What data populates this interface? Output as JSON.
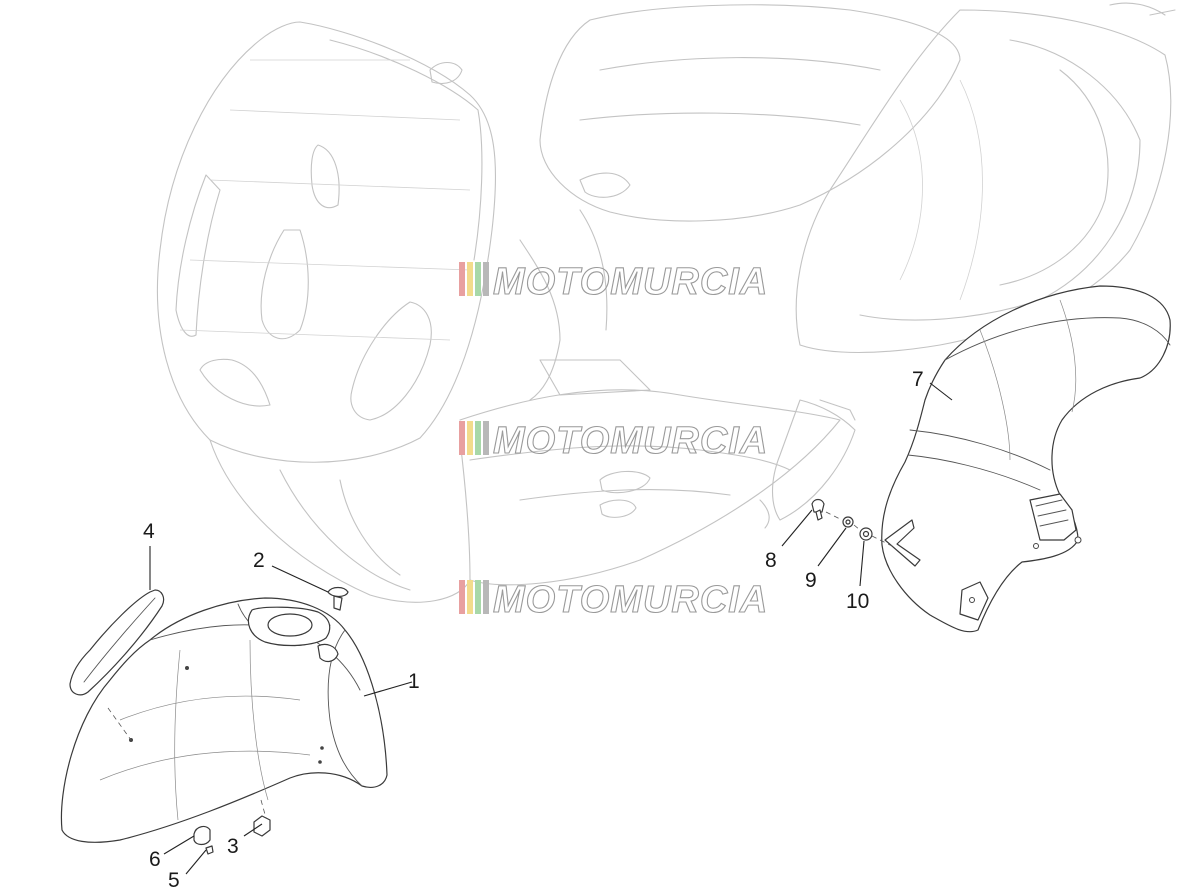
{
  "callouts": [
    {
      "id": "1",
      "label": "1"
    },
    {
      "id": "2",
      "label": "2"
    },
    {
      "id": "3",
      "label": "3"
    },
    {
      "id": "4",
      "label": "4"
    },
    {
      "id": "5",
      "label": "5"
    },
    {
      "id": "6",
      "label": "6"
    },
    {
      "id": "7",
      "label": "7"
    },
    {
      "id": "8",
      "label": "8"
    },
    {
      "id": "9",
      "label": "9"
    },
    {
      "id": "10",
      "label": "10"
    }
  ],
  "watermark": {
    "text": "MOTOMURCIA",
    "stripe_colors": [
      "#e8a0a0",
      "#f2dc8c",
      "#a8d8a8",
      "#b0b0b0"
    ]
  }
}
